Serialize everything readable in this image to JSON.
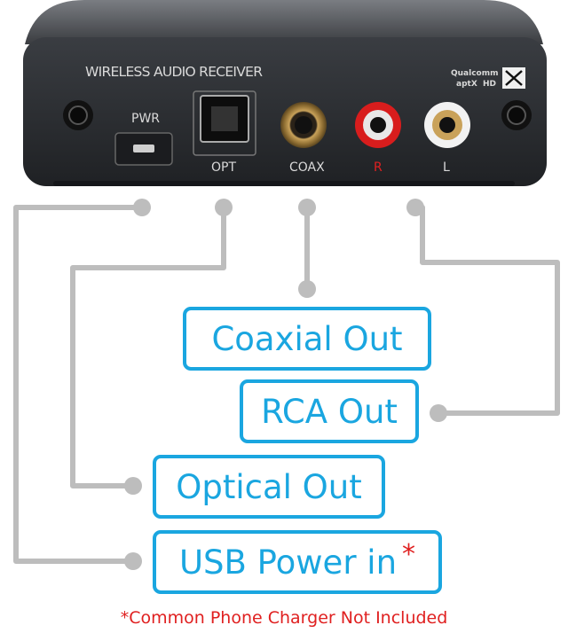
{
  "device": {
    "title": "WIRELESS AUDIO RECEIVER",
    "brand_top": "Qualcomm",
    "brand_bottom": "aptX",
    "brand_suffix": "HD",
    "ports": {
      "pwr": "PWR",
      "opt": "OPT",
      "coax": "COAX",
      "right": "R",
      "left": "L"
    }
  },
  "callouts": {
    "coaxial": "Coaxial Out",
    "rca": "RCA Out",
    "optical": "Optical Out",
    "usb": "USB Power in",
    "usb_mark": "*"
  },
  "footnote": "*Common Phone Charger Not Included",
  "colors": {
    "accent": "#1aa6e0",
    "warning": "#e02020",
    "connector_lines": "#bdbdbd",
    "device_body": "#2b2d30"
  }
}
